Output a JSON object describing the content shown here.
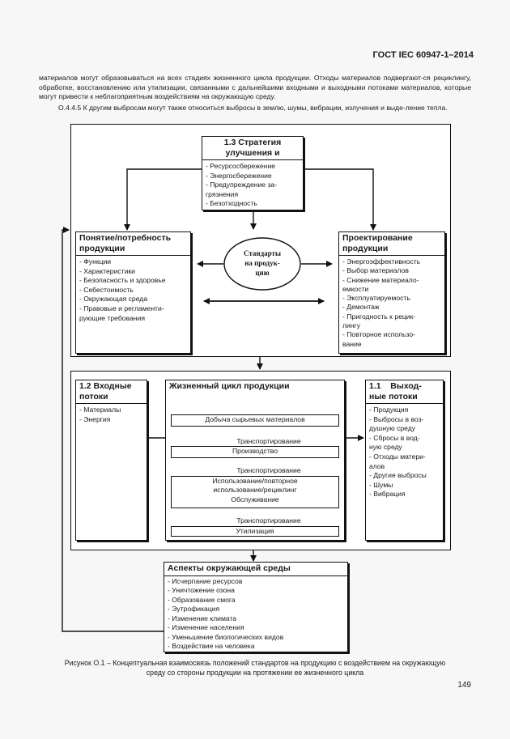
{
  "header": "ГОСТ IEC 60947-1–2014",
  "paragraph1": "материалов могут образовываться на всех стадиях жизненного цикла продукции. Отходы материалов подвергают-ся рециклингу, обработке, восстановлению или утилизации, связанными с дальнейшими входными и выходными потоками материалов, которые могут привести к неблагоприятным воздействиям на окружающую среду.",
  "paragraph2": "О.4.4.5 К другим выбросам могут также относиться выбросы в землю, шумы, вибрации, излучения и выде-ление тепла.",
  "strategy": {
    "title_line1": "1.3 Стратегия",
    "title_line2": "улучшения и",
    "items": [
      "- Ресурсосбережение",
      "- Энергосбережение",
      "- Предупреждение за-",
      "грязнения",
      "- Безотходность"
    ]
  },
  "concept": {
    "title_line1": "Понятие/потребность",
    "title_line2": "продукции",
    "items": [
      "- Функции",
      "- Характеристики",
      "- Безопасность и здоровье",
      "- Себестоимость",
      "- Окружающая среда",
      "- Правовые и регламенти-",
      "рующие требования"
    ]
  },
  "standards": {
    "line1": "Стандарты",
    "line2": "на продук-",
    "line3": "цию"
  },
  "design": {
    "title_line1": "Проектирование",
    "title_line2": "продукции",
    "items": [
      "- Энергоэффективность",
      "- Выбор материалов",
      "- Снижение материало-",
      "емкости",
      "- Эксплуатируемость",
      "- Демонтаж",
      "- Пригодность к рецик-",
      "лингу",
      "- Повторное использо-",
      "вание"
    ]
  },
  "inputs": {
    "title_line1": "1.2 Входные",
    "title_line2": "потоки",
    "items": [
      "- Материалы",
      "- Энергия"
    ]
  },
  "lifecycle": {
    "title": "Жизненный цикл продукции",
    "stage1": "Добыча сырьевых материалов",
    "transport1": "Транспортирование",
    "stage2": "Производство",
    "transport2": "Транспортирование",
    "stage3_line1": "Использование/повторное",
    "stage3_line2": "использование/рециклинг",
    "stage3_line3": "Обслуживание",
    "transport3": "Транспортирование",
    "stage4": "Утилизация"
  },
  "outputs": {
    "title_line1": "1.1    Выход-",
    "title_line2": "ные потоки",
    "items": [
      "- Продукция",
      "- Выбросы в воз-",
      "душную среду",
      "- Сбросы в вод-",
      "ную среду",
      "- Отходы матери-",
      "алов",
      "- Другие выбросы",
      "- Шумы",
      "- Вибрация"
    ]
  },
  "environment": {
    "title": "Аспекты окружающей среды",
    "items": [
      "- Исчерпание ресурсов",
      "- Уничтожение озона",
      "- Образование смога",
      "- Эутрофикация",
      "- Изменение климата",
      "- Изменение населения",
      "- Уменьшение биологических видов",
      "- Воздействие на человека"
    ]
  },
  "caption_line1": "Рисунок О.1 – Концептуальная взаимосвязь положений стандартов на продукцию с воздействием на окружающую",
  "caption_line2": "среду со стороны продукции на протяжении ее жизненного цикла",
  "page_number": "149"
}
